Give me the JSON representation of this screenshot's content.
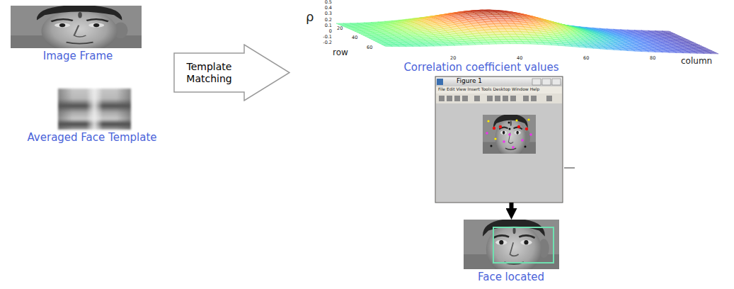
{
  "diagram": {
    "nodes": [
      {
        "text": [
          "Image Frame"
        ]
      },
      {
        "text": [
          "Averaged Face Template"
        ]
      },
      {
        "text": [
          "Template Matching"
        ]
      },
      {
        "text": [
          "Correlation coefficient values"
        ]
      },
      {
        "text": [
          "Figure 1"
        ]
      },
      {
        "text": [
          "Face located"
        ]
      }
    ],
    "edges": [
      {
        "from": 4,
        "to": 5,
        "arrow": "to"
      }
    ],
    "labels": [
      "ρ",
      "row",
      "column",
      "0.5",
      "0.4",
      "0.3",
      "0.2",
      "0.1",
      "0",
      "-0.1",
      "-0.2",
      "60",
      "40",
      "20",
      "20",
      "40",
      "60",
      "80",
      "File Edit View Insert Tools Desktop Window Help"
    ]
  }
}
